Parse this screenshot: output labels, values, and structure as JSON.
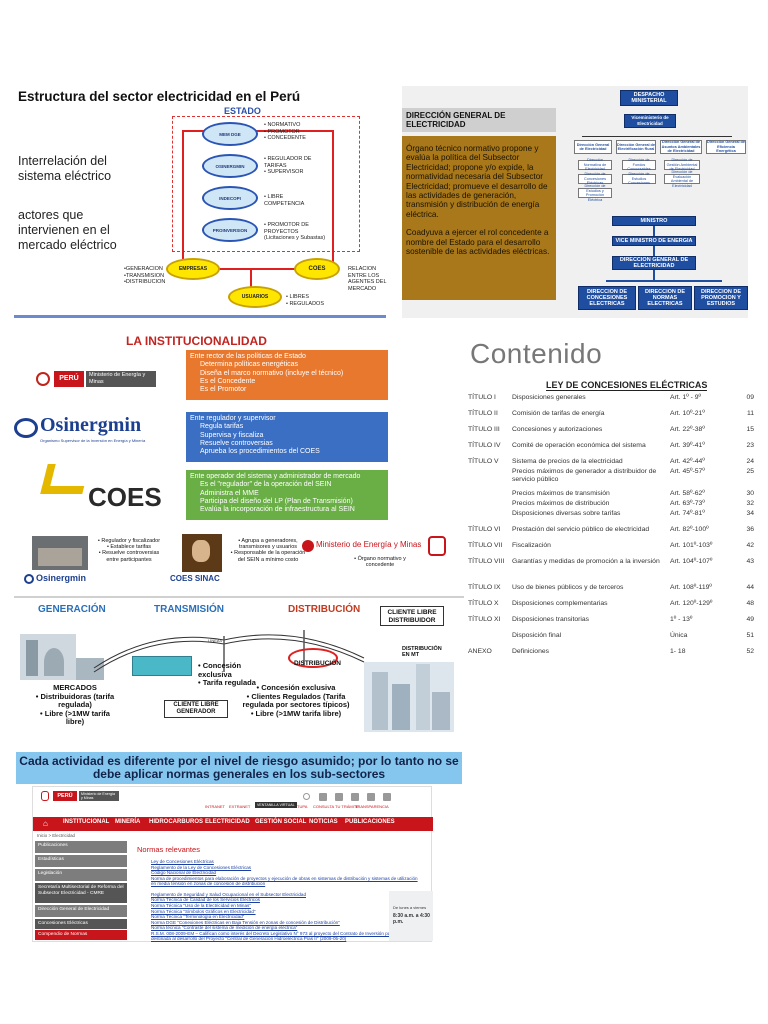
{
  "panel1": {
    "title": "Estructura del sector electricidad en el Perú",
    "estado": "ESTADO",
    "text1": "Interrelación del sistema eléctrico",
    "text2": "actores que intervienen en el mercado eléctrico",
    "nodes": [
      "MEM DGE",
      "OSINERGMIN",
      "INDECOPI",
      "PROINVERSION"
    ],
    "labels": [
      "• NORMATIVO\n• PROMOTOR\n• CONCEDENTE",
      "• REGULADOR DE TARIFAS\n• SUPERVISOR",
      "• LIBRE COMPETENCIA",
      "• PROMOTOR DE PROYECTOS (Licitaciones y Subastas)"
    ],
    "empresas": "EMPRESAS",
    "coes": "COES",
    "usuarios": "USUARIOS",
    "empresas_roles": "•GENERACION\n•TRANSMISION\n•DISTRIBUCION",
    "coes_note": "RELACION ENTRE LOS AGENTES DEL MERCADO",
    "usuarios_roles": "• LIBRES\n• REGULADOS"
  },
  "panel2": {
    "head": "DIRECCIÓN GENERAL DE ELECTRICIDAD",
    "body1": "Órgano técnico normativo propone y evalúa la política del Subsector Electricidad; propone y/o expide, la normatividad necesaria del Subsector Electricidad; promueve el desarrollo de las actividades de generación, transmisión y distribución de energía eléctrica.",
    "body2": "Coadyuva a ejercer el rol concedente a nombre del Estado para el desarrollo sostenible de las actividades eléctricas.",
    "org_top": "DESPACHO MINISTERIAL",
    "org_vice": "Viceministerio de Electricidad",
    "org_dirs": [
      "Dirección General de Electricidad",
      "Dirección General de Electrificación Rural",
      "Dirección General de Asuntos Ambientales de Electricidad",
      "Dirección General de Eficiencia Energética"
    ],
    "org_subs": [
      "Dirección Normativa de Electricidad",
      "Dirección de Fondos Concursables",
      "Dirección de Gestión Ambiental de Electricidad",
      "Dirección de Concesiones Eléctricas",
      "Dirección de Estudios Concesiones",
      "Dirección de Evaluación Ambiental de Electricidad",
      "Dirección de Estudios y Promoción Eléctrica"
    ],
    "org2_min": "MINISTRO",
    "org2_vice": "VICE MINISTRO DE ENERGIA",
    "org2_dge": "DIRECCION GENERAL DE ELECTRICIDAD",
    "org2_bottom": [
      "DIRECCION DE CONCESIONES ELECTRICAS",
      "DIRECCION DE NORMAS ELECTRICAS",
      "DIRECCION DE PROMOCION Y ESTUDIOS"
    ]
  },
  "panel3": {
    "title": "LA INSTITUCIONALIDAD",
    "peru_logo": "PERÚ",
    "peru_min": "Ministerio de Energía y Minas",
    "osinergmin": "Osinergmin",
    "osinergmin_sub": "Organismo Supervisor de la Inversión en Energía y Minería",
    "coes": "COES",
    "box1_head": "Ente rector de las políticas de Estado",
    "box1_items": [
      "Determina políticas energéticas",
      "Diseña el marco normativo (incluye el técnico)",
      "Es el Concedente",
      "Es el Promotor"
    ],
    "box2_head": "Ente regulador y supervisor",
    "box2_items": [
      "Regula tarifas",
      "Supervisa y fiscaliza",
      "Resuelve controversias",
      "Aprueba los procedimientos del COES"
    ],
    "box3_head": "Ente operador del sistema y administrador de mercado",
    "box3_items": [
      "Es el \"regulador\" de la operación del SEIN",
      "Administra el MME",
      "Participa del diseño del LP (Plan de Transmisión)",
      "Evalúa la incorporación de infraestructura al SEIN"
    ],
    "colors": {
      "box1": "#e9782f",
      "box2": "#3a6fc4",
      "box3": "#6aae46"
    }
  },
  "panel4": {
    "title": "Contenido",
    "subtitle": "LEY DE CONCESIONES ELÉCTRICAS",
    "rows": [
      [
        "TÍTULO I",
        "Disposiciones generales",
        "Art. 1º - 9º",
        "09"
      ],
      [
        "TÍTULO II",
        "Comisión de tarifas de energía",
        "Art. 10º-21º",
        "11"
      ],
      [
        "TÍTULO III",
        "Concesiones y autorizaciones",
        "Art. 22º-38º",
        "15"
      ],
      [
        "TÍTULO IV",
        "Comité de operación económica del sistema",
        "Art. 39º-41º",
        "23"
      ],
      [
        "TÍTULO V",
        "Sistema de precios de la electricidad",
        "Art. 42º-44º",
        "24"
      ],
      [
        "",
        "Precios máximos de generador a distribuidor de servicio público",
        "Art. 45º-57º",
        "25"
      ],
      [
        "",
        "Precios máximos de transmisión",
        "Art. 58º-62º",
        "30"
      ],
      [
        "",
        "Precios máximos de distribución",
        "Art. 63º-73º",
        "32"
      ],
      [
        "",
        "Disposiciones diversas sobre tarifas",
        "Art. 74º-81º",
        "34"
      ],
      [
        "TÍTULO VI",
        "Prestación del servicio público de electricidad",
        "Art. 82º-100º",
        "36"
      ],
      [
        "TÍTULO VII",
        "Fiscalización",
        "Art. 101º-103º",
        "42"
      ],
      [
        "TÍTULO VIII",
        "Garantías y medidas de promoción a la inversión",
        "Art. 104º-107º",
        "43"
      ],
      [
        "TÍTULO IX",
        "Uso de bienes públicos y de terceros",
        "Art. 108º-119º",
        "44"
      ],
      [
        "TÍTULO X",
        "Disposiciones complementarias",
        "Art. 120º-129º",
        "48"
      ],
      [
        "TÍTULO XI",
        "Disposiciones transitorias",
        "1º - 13º",
        "49"
      ],
      [
        "",
        "Disposición final",
        "Única",
        "51"
      ],
      [
        "ANEXO",
        "Definiciones",
        "1- 18",
        "52"
      ]
    ]
  },
  "panel5": {
    "osin_text": "• Regulador y fiscalizador\n• Establece tarifas\n• Resuelve controversias entre participantes",
    "osin_logo": "Osinergmin",
    "coes_text": "• Agrupa a generadores, transmisores y usuarios\n• Responsable de la operación del SEIN a mínimo costo",
    "coes_logo": "COES SINAC",
    "minem_logo": "Ministerio de Energía y Minas",
    "minem_text": "• Órgano normativo y concedente"
  },
  "panel6": {
    "generacion": "GENERACIÓN",
    "transmision": "TRANSMISIÓN",
    "distribucion": "DISTRIBUCIÓN",
    "cliente_libre_dist": "CLIENTE LIBRE DISTRIBUIDOR",
    "concesion_trans": "• Concesión exclusiva\n• Tarifa regulada",
    "mercados": "MERCADOS\n• Distribuidoras (tarifa regulada)\n• Libre (>1MW tarifa libre)",
    "cliente_libre_gen": "CLIENTE LIBRE GENERADOR",
    "concesion_dist": "• Concesión exclusiva\n• Clientes Regulados (Tarifa regulada por sectores típicos)\n• Libre (>1MW tarifa libre)",
    "distribucion_mt": "DISTRIBUCIÓN EN MT",
    "distribucion_center": "DISTRIBUCIÓN",
    "lineas": "LÍNEAS"
  },
  "banner": "Cada actividad es diferente por el nivel de riesgo asumido; por lo tanto no se debe aplicar normas generales en los sub-sectores",
  "panel7": {
    "peru": "PERÚ",
    "min": "Ministerio de Energía y Minas",
    "top_links": [
      "INTRANET",
      "EXTRANET",
      "VENTANILLA VIRTUAL",
      "TUPA",
      "CONSULTA TU TRÁMITE",
      "TRANSPARENCIA"
    ],
    "nav": [
      "INSTITUCIONAL",
      "MINERÍA",
      "HIDROCARBUROS",
      "ELECTRICIDAD",
      "GESTIÓN SOCIAL",
      "NOTICIAS",
      "PUBLICACIONES"
    ],
    "breadcrumb": "Inicio > Electricidad",
    "side": [
      "Publicaciones",
      "Estadísticas",
      "Legislación",
      "Secretaría Multisectorial de Reforma del Subsector Electricidad - CMRE",
      "Dirección General de Electricidad",
      "Concesiones Eléctricas",
      "Compendio de Normas"
    ],
    "heading": "Normas relevantes",
    "links": [
      "Ley de Concesiones Eléctricas",
      "Reglamento de la Ley de Concesiones Eléctricas",
      "Código Nacional de Electricidad",
      "Norma de procedimientos para elaboración de proyectos y ejecución de obras en sistemas de distribución y sistemas de utilización en media tensión en zonas de concesión de distribución",
      "Reglamento de Seguridad y Salud Ocupacional en el Subsector Electricidad",
      "Norma Técnica de Calidad de los Servicios Eléctricos",
      "Norma Técnica \"Uso de la Electricidad en Minas\"",
      "Norma Técnica \"Símbolos Gráficos en Electricidad\"",
      "Norma Técnica \"Terminología en Electricidad\"",
      "Norma DGE \"Conexiones Eléctricas en Baja Tensión en zonas de concesión de Distribución\"",
      "Norma técnica \"Contraste del sistema de medición de energía eléctrica\"",
      "R.S.M. 008-2009-EM – Califican como interés del Decreto Legislativo N° 973 al proyecto del Contrato de Inversión para inversión destinada al desarrollo del Proyecto \"Central de Generación Hidroeléctrica Pías II\" (2009-05-20)"
    ],
    "ad_text": "De lunes a viernes",
    "ad_hours": "8:30 a.m. a 4:30 p.m."
  }
}
